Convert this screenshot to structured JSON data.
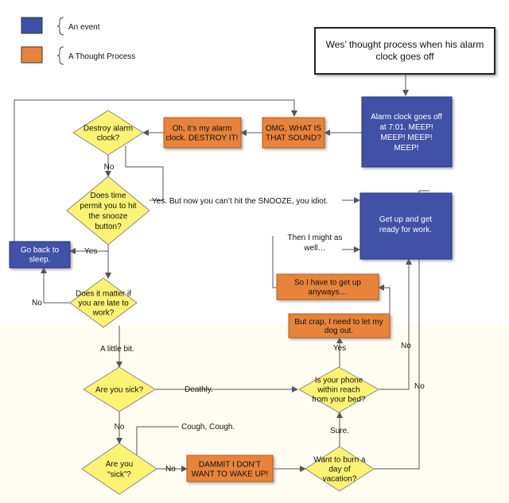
{
  "colors": {
    "event": "#3f51a6",
    "thought": "#e8833a",
    "decision": "#fcf375",
    "line": "#555555"
  },
  "legend": {
    "event": "An event",
    "thought": "A Thought Process"
  },
  "title": "Wes’ thought process when his alarm clock goes off",
  "nodes": {
    "alarm": "Alarm clock goes off at 7:01. MEEP! MEEP! MEEP! MEEP!",
    "omg": "OMG, WHAT IS THAT SOUND?",
    "destroy_it": "Oh, it’s my alarm clock. DESTROY IT!",
    "destroy_q": "Destroy alarm clock?",
    "snooze_q": "Does time permit you to hit the snooze button?",
    "go_back": "Go back to sleep.",
    "late_q": "Does it matter if you are late to work?",
    "sick_q": "Are you sick?",
    "sick2_q": "Are you “sick”?",
    "dammit": "DAMMIT I DON’T WANT TO WAKE UP!",
    "vacation_q": "Want to burn a day of vacation?",
    "phone_q": "Is your phone within reach from your bed?",
    "crap": "But crap, I need to let my dog out.",
    "get_up_anyways": "So I have to get up anyways…",
    "get_up": "Get up and get ready for work."
  },
  "labels": {
    "no_destroy": "No",
    "snooze_yes_text": "Yes. But now you can’t hit the SNOOZE, you idiot.",
    "yes_snooze": "Yes",
    "no_late": "No",
    "little_bit": "A little bit.",
    "deathly": "Deathly.",
    "no_sick": "No",
    "cough": "Cough, Cough.",
    "no_sick2": "No",
    "sure": "Sure.",
    "yes_phone": "Yes",
    "then_i": "Then I might as well…",
    "no_phone": "No",
    "no_vacation": "No"
  }
}
